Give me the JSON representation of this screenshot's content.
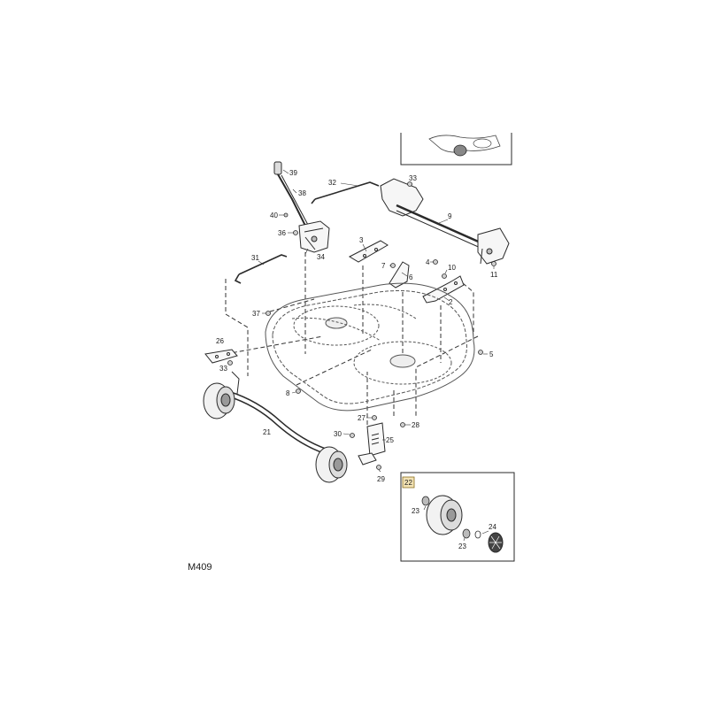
{
  "figure": {
    "code": "M409",
    "inset_label": "22"
  },
  "callouts": {
    "c39": "39",
    "c38": "38",
    "c32": "32",
    "c33a": "33",
    "c40": "40",
    "c36": "36",
    "c34": "34",
    "c3": "3",
    "c9": "9",
    "c31": "31",
    "c7": "7",
    "c6": "6",
    "c4": "4",
    "c10": "10",
    "c11": "11",
    "c2": "2",
    "c37": "37",
    "c26": "26",
    "c33b": "33",
    "c5": "5",
    "c8": "8",
    "c27": "27",
    "c28": "28",
    "c21": "21",
    "c30": "30",
    "c25": "25",
    "c29": "29",
    "c23a": "23",
    "c23b": "23",
    "c24": "24"
  },
  "colors": {
    "line": "#2a2a2a",
    "deck_line": "#555555",
    "inset_label_bg": "#f3e3b5"
  }
}
